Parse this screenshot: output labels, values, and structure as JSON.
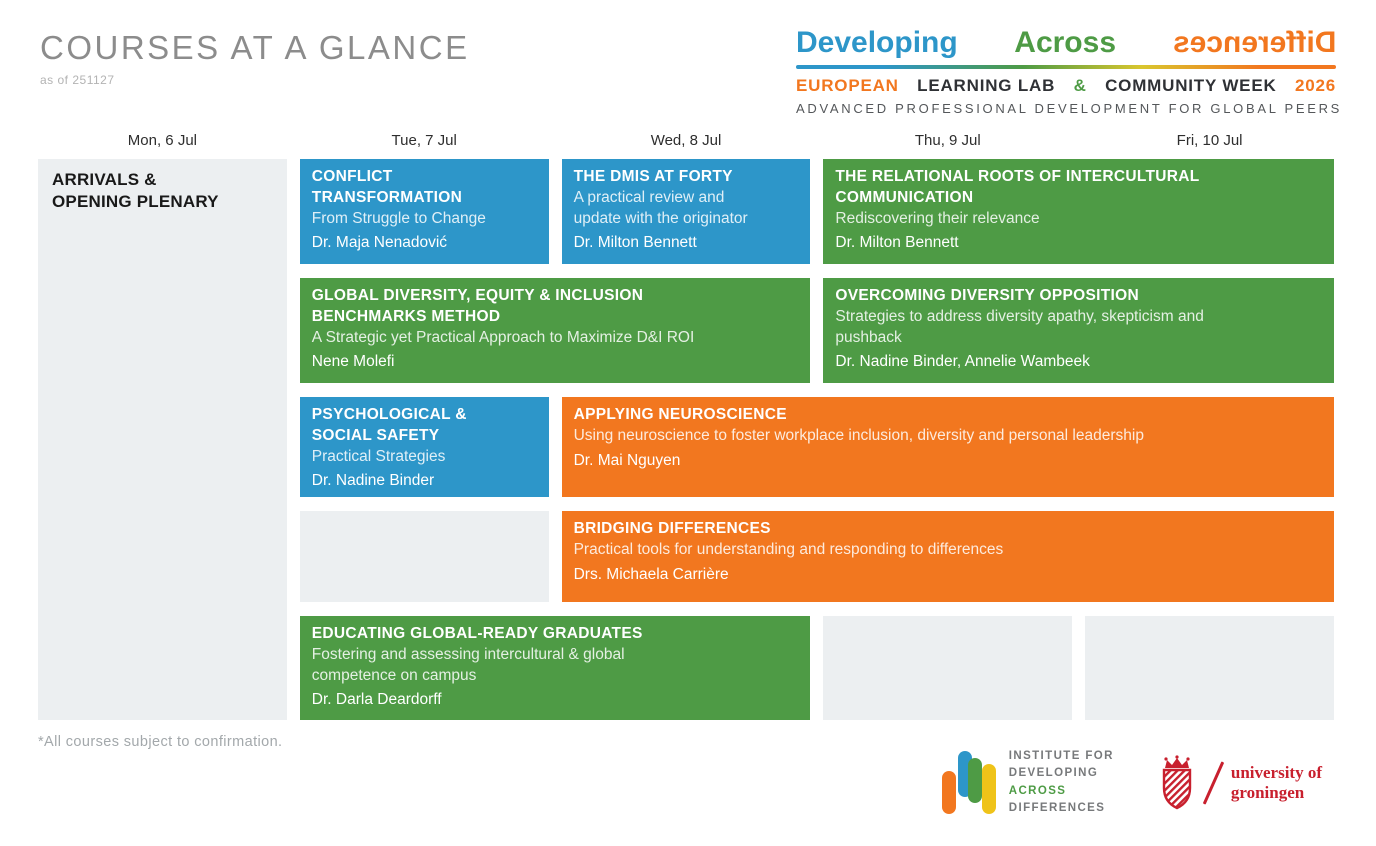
{
  "colors": {
    "blue": "#2D96C9",
    "green": "#4E9B45",
    "orange": "#F2771F",
    "yellow": "#EFC319",
    "cellbg": "#ECEFF1",
    "rugred": "#C8202E",
    "titlegray": "#8C8C8C"
  },
  "header": {
    "title": "COURSES AT A GLANCE",
    "as_of": "as of 251127"
  },
  "brand": {
    "word1": "Developing",
    "word2": "Across",
    "word3": "Differences",
    "line2": {
      "european": "EUROPEAN",
      "learning_lab": "LEARNING LAB",
      "amp": "&",
      "community_week": "COMMUNITY WEEK",
      "year": "2026"
    },
    "line3": "ADVANCED PROFESSIONAL DEVELOPMENT FOR GLOBAL PEERS"
  },
  "days": [
    "Mon,  6 Jul",
    "Tue,  7 Jul",
    "Wed,  8 Jul",
    "Thu, 9 Jul",
    "Fri,  10 Jul"
  ],
  "arrivals_title": "ARRIVALS &\nOPENING PLENARY",
  "courses": {
    "conflict": {
      "title": "CONFLICT\nTRANSFORMATION",
      "subtitle": "From Struggle to Change",
      "presenter": "Dr. Maja Nenadović"
    },
    "dmis": {
      "title": "THE DMIS AT FORTY",
      "subtitle": "A practical review and\nupdate with the originator",
      "presenter": "Dr. Milton Bennett"
    },
    "relational": {
      "title": "THE RELATIONAL ROOTS OF INTERCULTURAL\nCOMMUNICATION",
      "subtitle": "Rediscovering their relevance",
      "presenter": "Dr. Milton Bennett"
    },
    "gdeib": {
      "title": "GLOBAL DIVERSITY, EQUITY & INCLUSION\nBENCHMARKS METHOD",
      "subtitle": "A Strategic yet Practical Approach to Maximize D&I ROI",
      "presenter": "Nene Molefi"
    },
    "overcoming": {
      "title": "OVERCOMING DIVERSITY OPPOSITION",
      "subtitle": "Strategies to address diversity apathy, skepticism and\npushback",
      "presenter": "Dr. Nadine Binder, Annelie Wambeek"
    },
    "psychological": {
      "title": "PSYCHOLOGICAL &\nSOCIAL SAFETY",
      "subtitle": "Practical Strategies",
      "presenter": "Dr. Nadine Binder"
    },
    "neuroscience": {
      "title": "APPLYING NEUROSCIENCE",
      "subtitle": "Using neuroscience to foster workplace inclusion, diversity and personal leadership",
      "presenter": "Dr. Mai Nguyen"
    },
    "bridging": {
      "title": "BRIDGING DIFFERENCES",
      "subtitle": "Practical tools for understanding and responding to differences",
      "presenter": "Drs. Michaela Carrière"
    },
    "educating": {
      "title": "EDUCATING GLOBAL-READY GRADUATES",
      "subtitle": "Fostering and assessing intercultural & global\ncompetence on campus",
      "presenter": "Dr. Darla Deardorff"
    }
  },
  "footnote": "*All courses subject to confirmation.",
  "logos": {
    "institute": {
      "line1": "INSTITUTE FOR",
      "line2": "DEVELOPING",
      "line3": "ACROSS",
      "line4": "DIFFERENCES"
    },
    "university": {
      "name": "university of\ngroningen"
    }
  }
}
